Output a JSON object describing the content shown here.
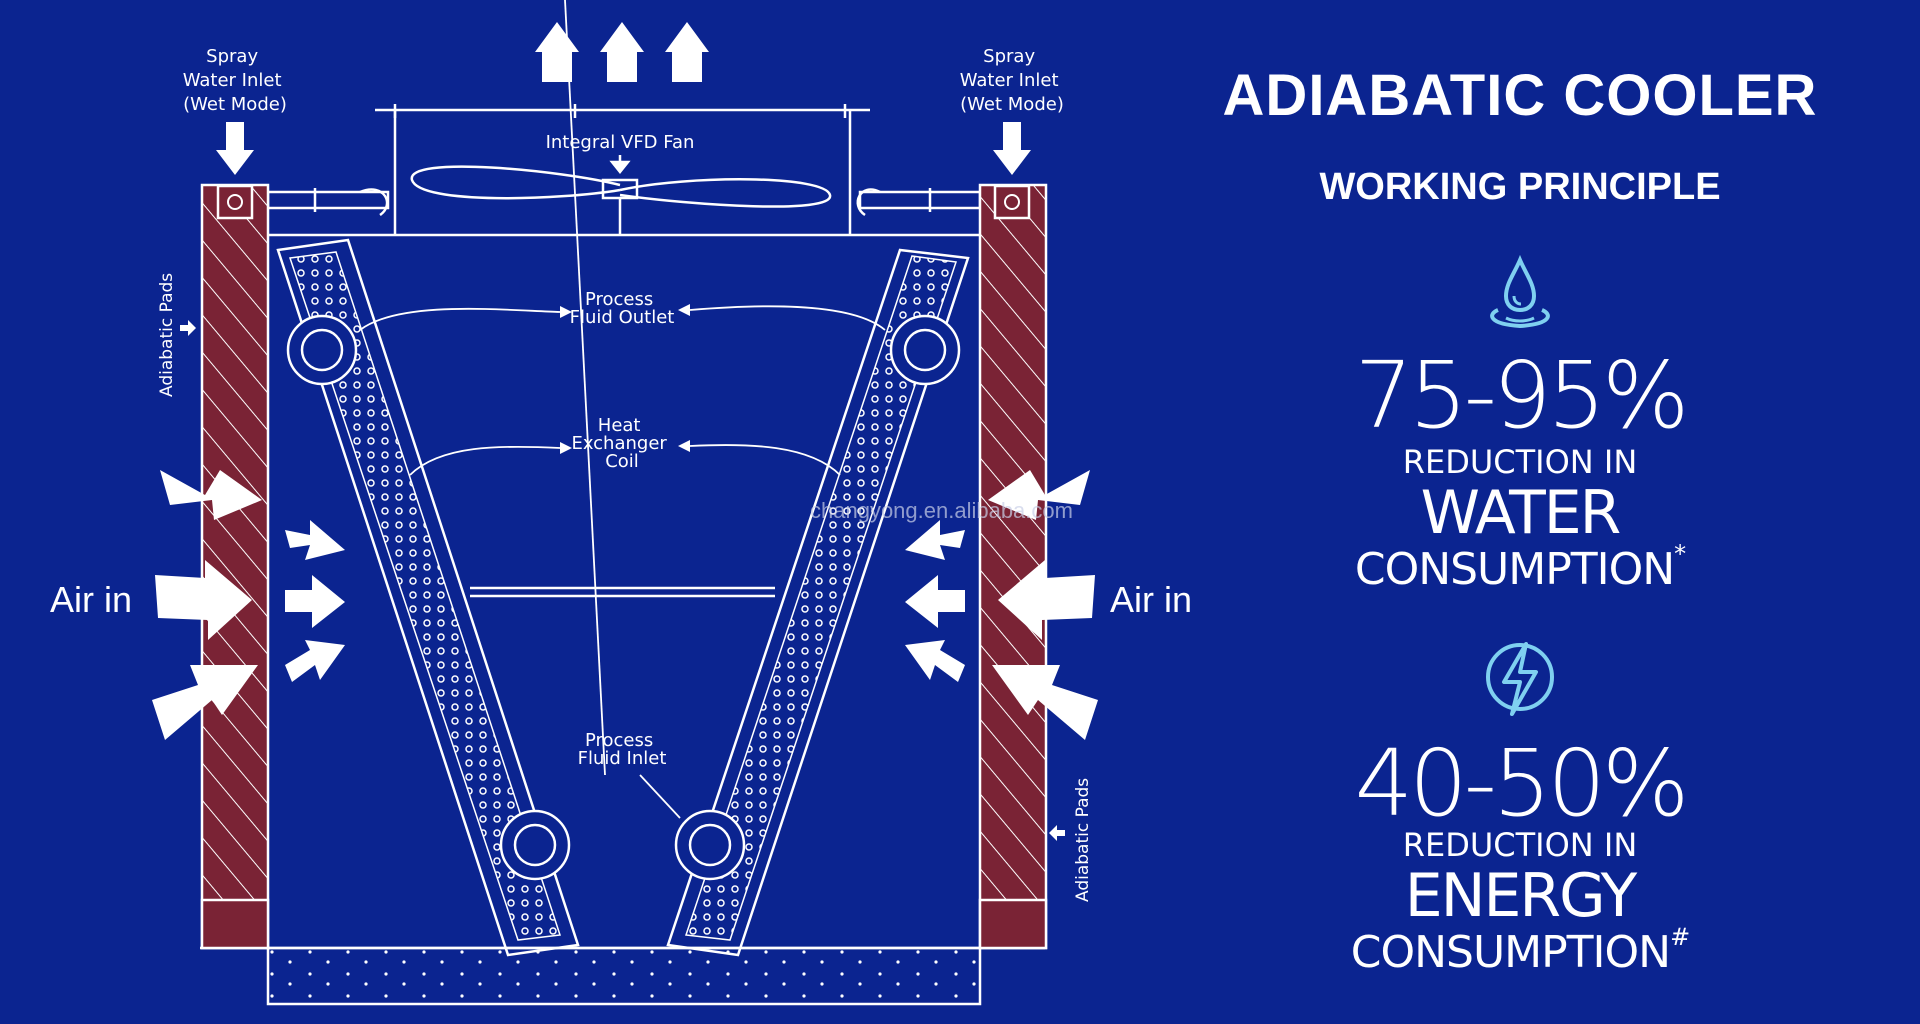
{
  "diagram": {
    "spray_left": [
      "Spray",
      "Water Inlet",
      "(Wet Mode)"
    ],
    "spray_right": [
      "Spray",
      "Water Inlet",
      "(Wet Mode)"
    ],
    "fan_label": "Integral VFD Fan",
    "outlet_label": [
      "Process",
      "Fluid Outlet"
    ],
    "coil_label": [
      "Heat",
      "Exchanger",
      "Coil"
    ],
    "inlet_label": [
      "Process",
      "Fluid Inlet"
    ],
    "air_in_left": "Air in",
    "air_in_right": "Air in",
    "pads_left": "Adiabatic Pads",
    "pads_right": "Adiabatic Pads",
    "watermark": "changyong.en.alibaba.com"
  },
  "panel": {
    "title": "ADIABATIC COOLER",
    "subtitle": "WORKING PRINCIPLE",
    "water_icon": "water-drop-icon",
    "energy_icon": "lightning-bolt-icon",
    "water_stat": {
      "value": "75-95%",
      "line1": "REDUCTION IN",
      "line2": "WATER",
      "line3": "CONSUMPTION",
      "mark": "*"
    },
    "energy_stat": {
      "value": "40-50%",
      "line1": "REDUCTION IN",
      "line2": "ENERGY",
      "line3": "CONSUMPTION",
      "mark": "#"
    }
  },
  "colors": {
    "background": "#0b2490",
    "pad": "#7a2335",
    "line": "#ffffff",
    "icon": "#7fd0f0"
  }
}
